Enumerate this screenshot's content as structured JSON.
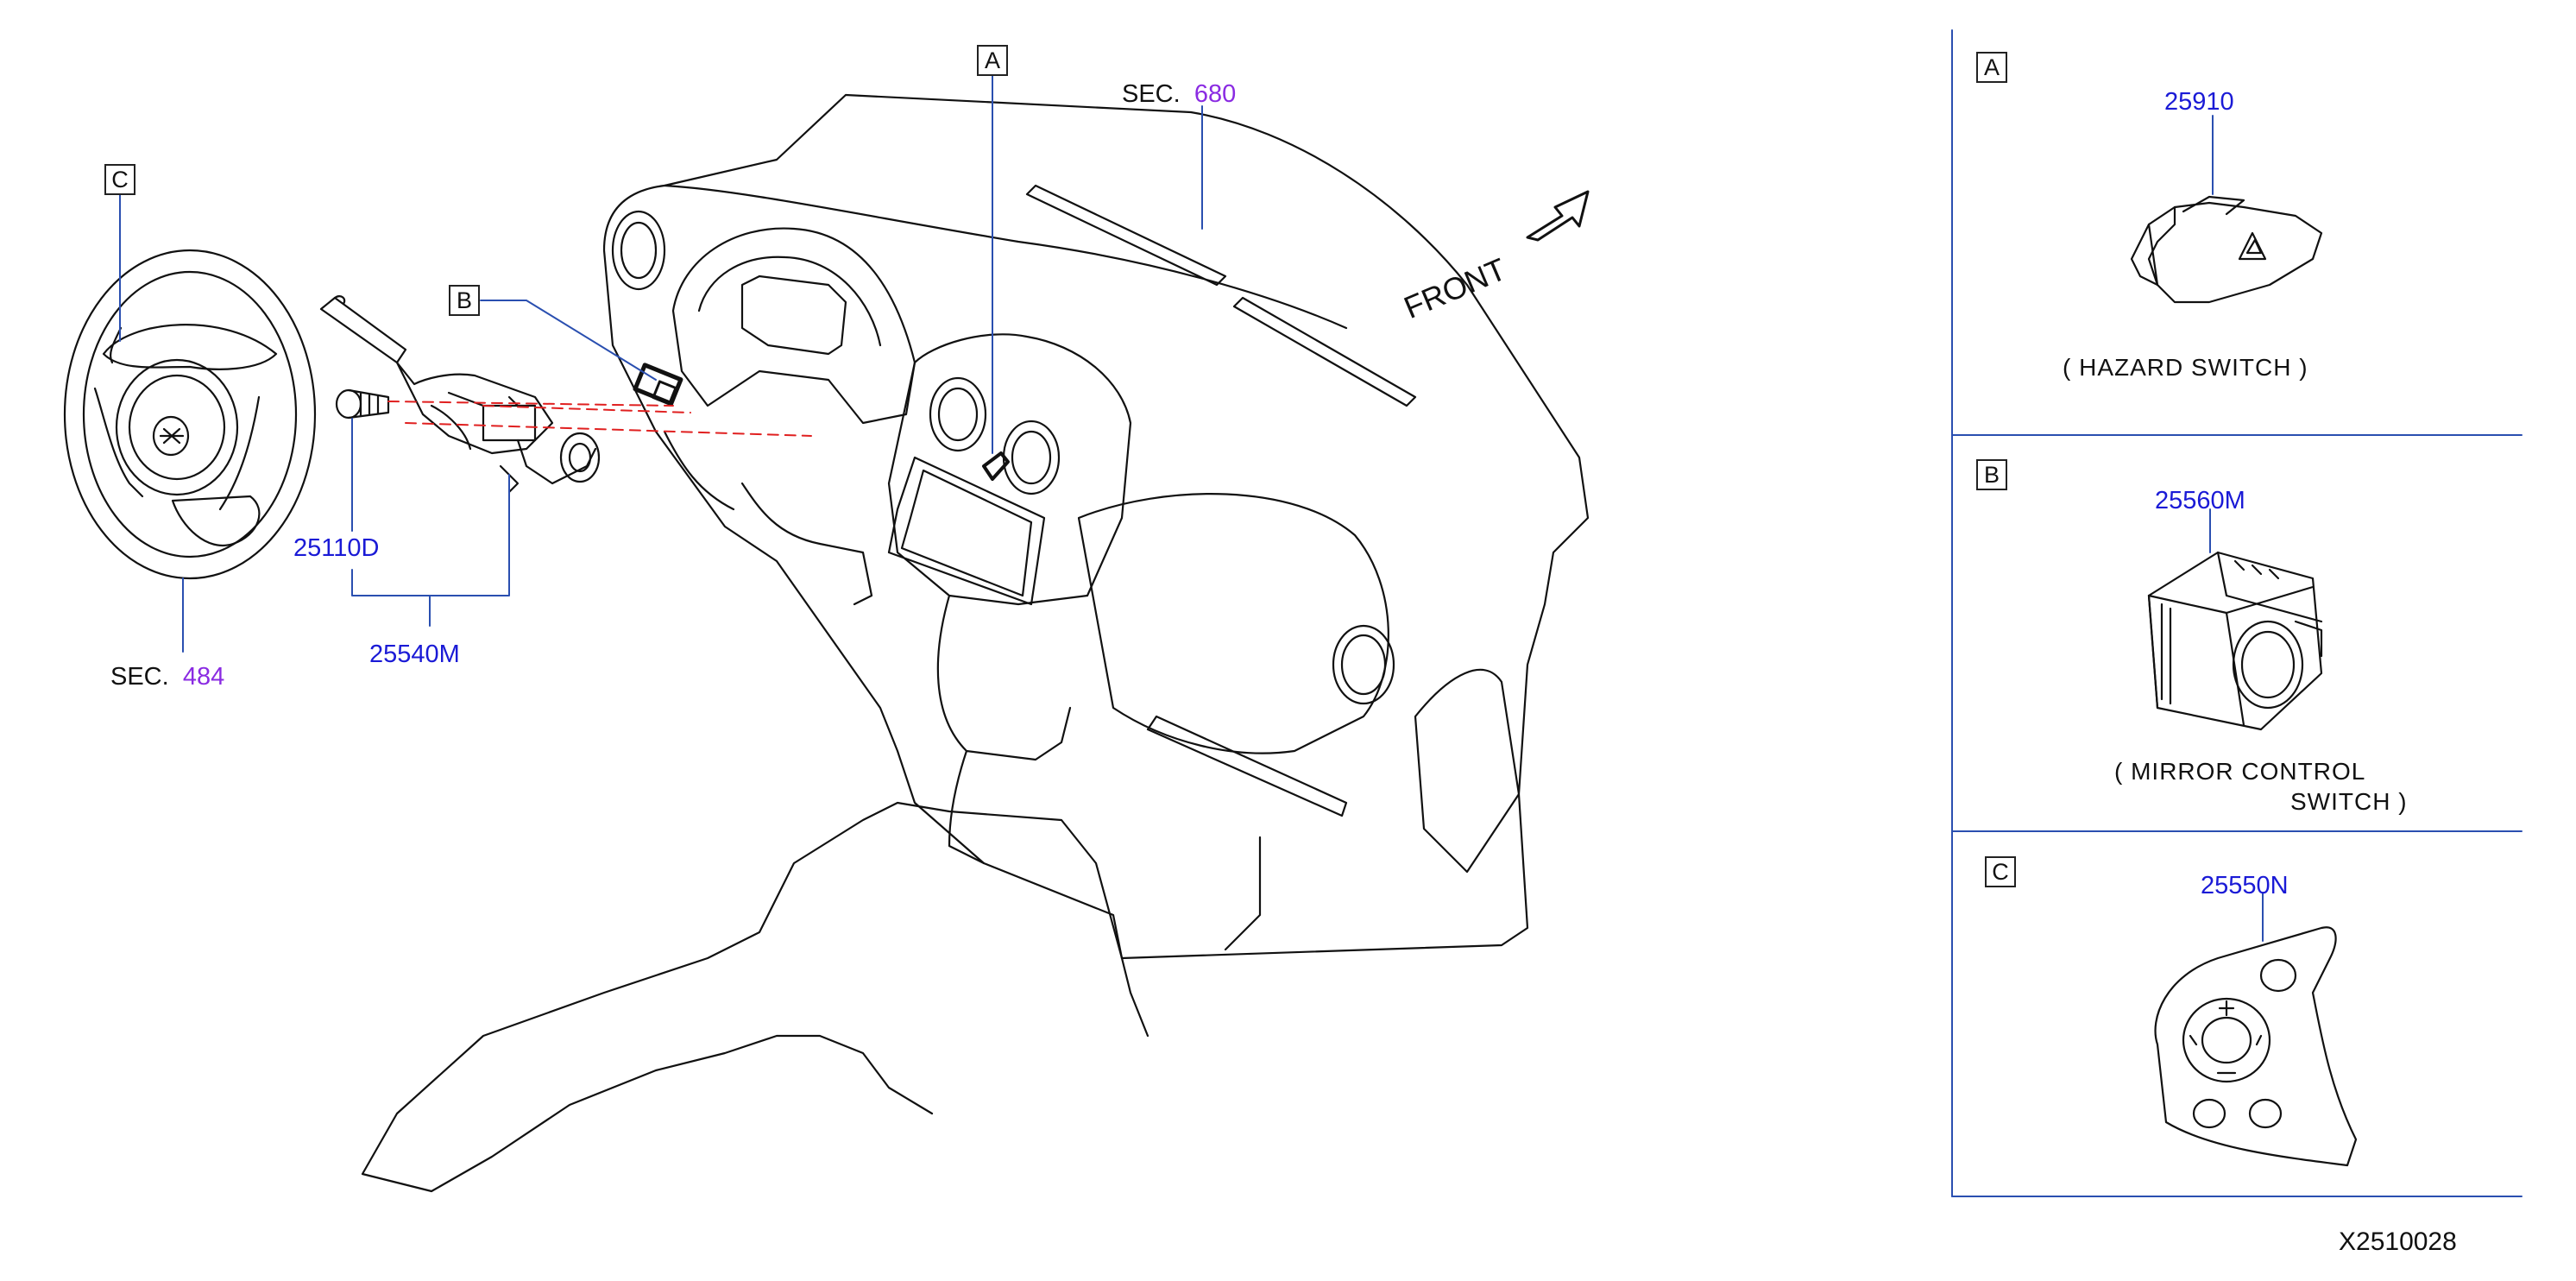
{
  "main": {
    "front_label": "FRONT",
    "sec_prefix": "SEC.",
    "sec_680": "680",
    "sec_484": "484",
    "refs": {
      "a": "A",
      "b": "B",
      "c": "C"
    },
    "parts": {
      "combo_switch_bolt": "25110D",
      "combination_switch": "25540M"
    }
  },
  "panels": {
    "a": {
      "ref": "A",
      "part": "25910",
      "caption": "( HAZARD   SWITCH )"
    },
    "b": {
      "ref": "B",
      "part": "25560M",
      "caption_line1": "( MIRROR   CONTROL",
      "caption_line2": "SWITCH )"
    },
    "c": {
      "ref": "C",
      "part": "25550N"
    }
  },
  "illustration_id": "X2510028",
  "colors": {
    "leader": "#2a4fb0",
    "part_number": "#1a1ad6",
    "sec_number": "#8a2be2",
    "dashed": "#e02020",
    "stroke": "#111111"
  }
}
